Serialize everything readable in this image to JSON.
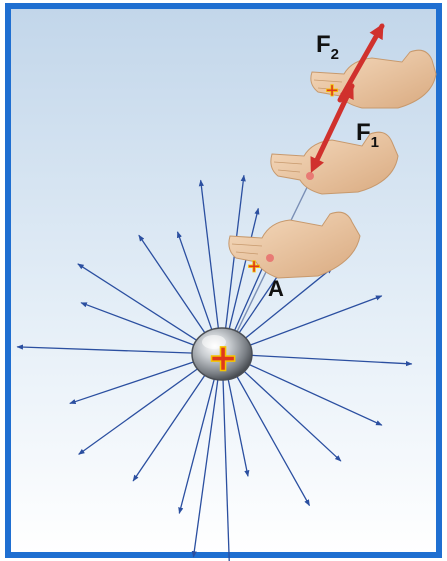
{
  "labels": {
    "force_far": "F",
    "force_far_sub": "2",
    "force_near": "F",
    "force_near_sub": "1",
    "point": "A"
  },
  "glyphs": {
    "central_charge": "+",
    "test_charge": "+"
  },
  "colors": {
    "frame": "#1f6fd1",
    "field_line": "#2b4fa0",
    "force_arrow": "#d0312d",
    "charge_sign": "#e0381c",
    "charge_sign_outline": "#f5c400",
    "hand_skin": "#ecc9a4",
    "background_top": "#c2d6ea",
    "background_bottom": "#ffffff"
  },
  "icons": {
    "source_charge": "metal-sphere-icon",
    "hands": "hand-icon"
  }
}
